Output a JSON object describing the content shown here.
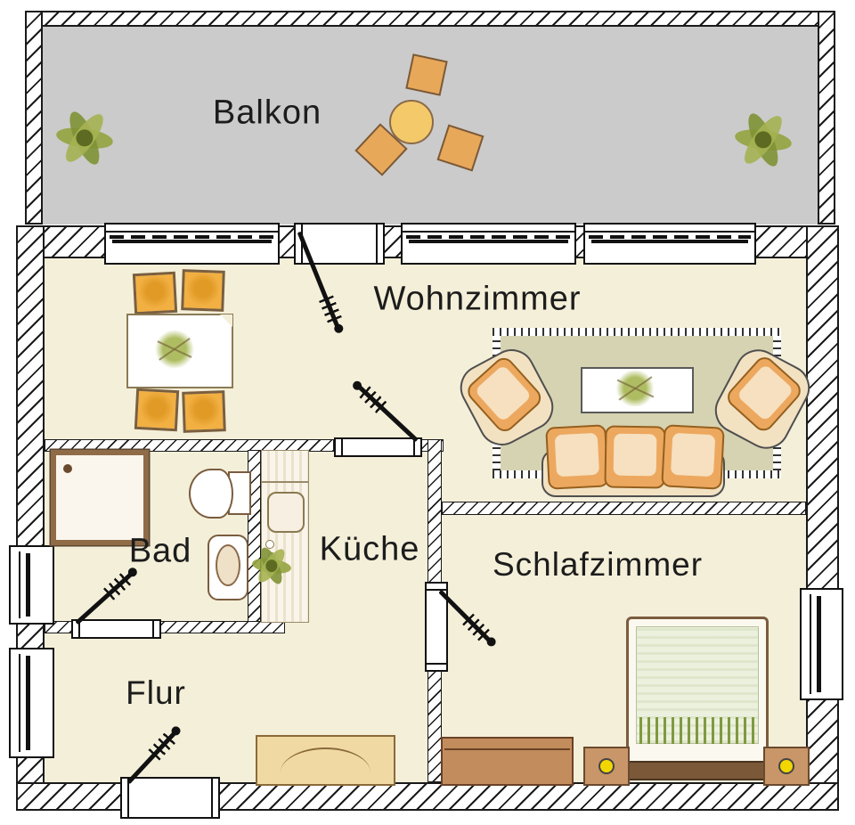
{
  "floorplan": {
    "type": "apartment-floor-plan",
    "rooms": [
      {
        "id": "balkon",
        "label": "Balkon"
      },
      {
        "id": "wohnzimmer",
        "label": "Wohnzimmer"
      },
      {
        "id": "bad",
        "label": "Bad"
      },
      {
        "id": "kueche",
        "label": "Küche"
      },
      {
        "id": "schlafzimmer",
        "label": "Schlafzimmer"
      },
      {
        "id": "flur",
        "label": "Flur"
      }
    ],
    "colors": {
      "balcony_floor": "#cbcbcb",
      "apartment_floor": "#f4efd9",
      "wall_line": "#1a1a1a",
      "rug_olive": "#d6d3b2",
      "furniture_orange": "#eda85f",
      "chair_orange": "#f2b043",
      "upholstery_cream": "#f2e2c2",
      "wood_brown": "#c28c5c",
      "sideboard_tan": "#f1d9a4",
      "bed_blanket_green": "#ecf1de",
      "lamp_yellow": "#f2d600",
      "plant_green": "#93a33f"
    }
  }
}
